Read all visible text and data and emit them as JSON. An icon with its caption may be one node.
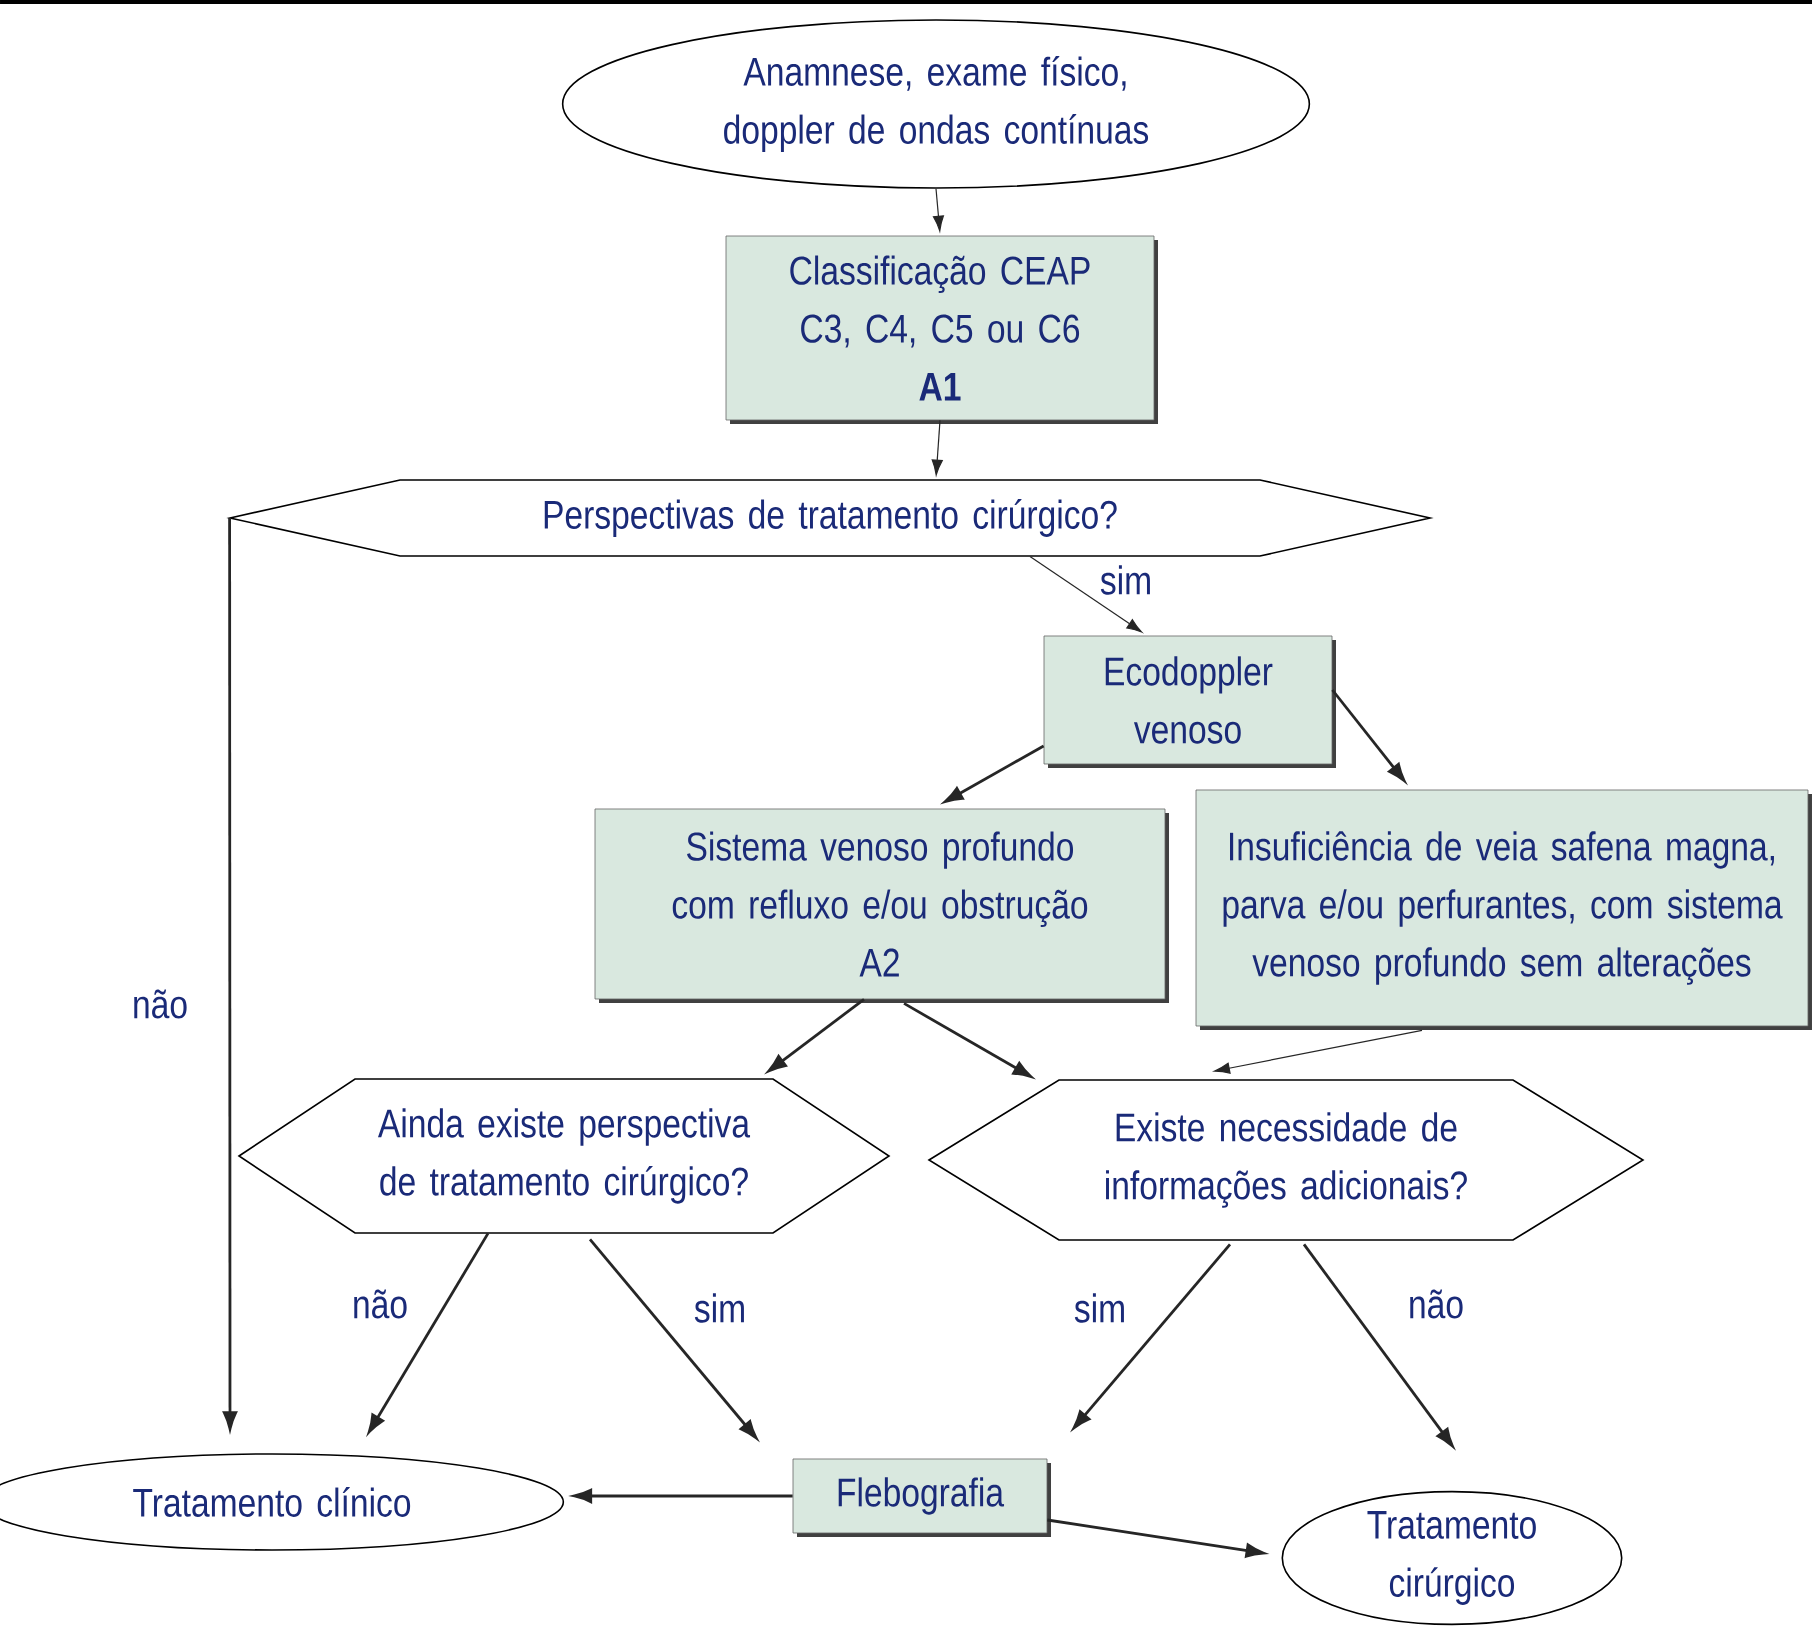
{
  "diagram": {
    "nodes": [
      {
        "text": [
          "Anamnese, exame físico, doppler de ondas contínuas"
        ]
      },
      {
        "text": [
          "Classificação CEAP C3, C4, C5 ou C6",
          "A1"
        ]
      },
      {
        "text": [
          "Perspectivas de tratamento cirúrgico?"
        ]
      },
      {
        "text": [
          "Ecodoppler venoso"
        ]
      },
      {
        "text": [
          "Sistema venoso profundo com refluxo e/ou obstrução",
          "A2"
        ]
      },
      {
        "text": [
          "Insuficiência de veia safena magna, parva e/ou perfurantes, com sistema venoso profundo sem alterações"
        ]
      },
      {
        "text": [
          "Ainda existe perspectiva de tratamento cirúrgico?"
        ]
      },
      {
        "text": [
          "Existe necessidade de informações adicionais?"
        ]
      },
      {
        "text": [
          "Tratamento clínico"
        ]
      },
      {
        "text": [
          "Flebografia"
        ]
      },
      {
        "text": [
          "Tratamento cirúrgico"
        ]
      }
    ],
    "edges": [
      {
        "from": 0,
        "to": 1,
        "arrow": "to"
      },
      {
        "from": 1,
        "to": 2,
        "arrow": "to"
      },
      {
        "from": 2,
        "to": 3,
        "arrow": "to",
        "label": "sim"
      },
      {
        "from": 2,
        "to": 8,
        "arrow": "to",
        "label": "não"
      },
      {
        "from": 3,
        "to": 4,
        "arrow": "to"
      },
      {
        "from": 3,
        "to": 5,
        "arrow": "to"
      },
      {
        "from": 4,
        "to": 6,
        "arrow": "to"
      },
      {
        "from": 4,
        "to": 7,
        "arrow": "to"
      },
      {
        "from": 5,
        "to": 7,
        "arrow": "to"
      },
      {
        "from": 6,
        "to": 8,
        "arrow": "to",
        "label": "não"
      },
      {
        "from": 6,
        "to": 9,
        "arrow": "to",
        "label": "sim"
      },
      {
        "from": 7,
        "to": 9,
        "arrow": "to",
        "label": "sim"
      },
      {
        "from": 7,
        "to": 10,
        "arrow": "to",
        "label": "não"
      },
      {
        "from": 9,
        "to": 8,
        "arrow": "to"
      },
      {
        "from": 9,
        "to": 10,
        "arrow": "to"
      }
    ]
  }
}
